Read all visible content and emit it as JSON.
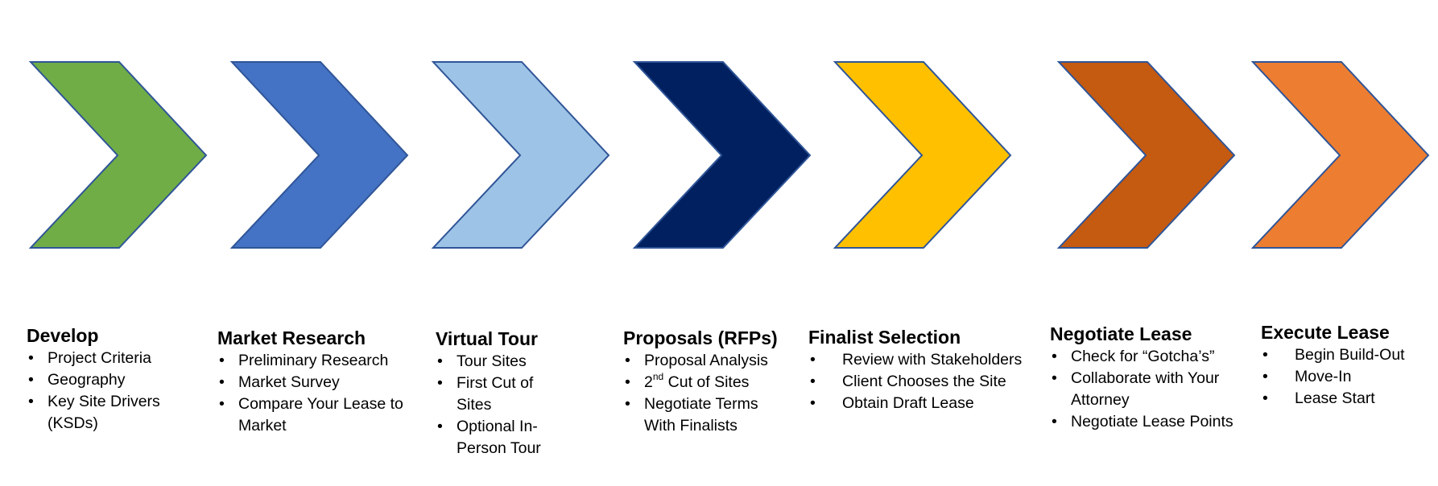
{
  "stages": [
    {
      "title": "Develop",
      "color": "#70AD47",
      "items": [
        "Project Criteria",
        "Geography",
        "Key Site Drivers (KSDs)"
      ]
    },
    {
      "title": "Market Research",
      "color": "#4472C4",
      "items": [
        "Preliminary Research",
        "Market Survey",
        "Compare Your Lease to Market"
      ]
    },
    {
      "title": "Virtual Tour",
      "color": "#9DC3E6",
      "items": [
        "Tour Sites",
        "First Cut of Sites",
        "Optional In-Person Tour"
      ]
    },
    {
      "title": "Proposals (RFPs)",
      "color": "#002060",
      "items": [
        {
          "num": "2",
          "sup": "nd",
          "rest": " Cut of Sites",
          "position": 1
        },
        "Proposal Analysis",
        "Negotiate Terms With Finalists"
      ]
    },
    {
      "title": "Finalist Selection",
      "color": "#FFC000",
      "items": [
        "Review with Stakeholders",
        "Client Chooses the Site",
        "Obtain Draft Lease"
      ]
    },
    {
      "title": "Negotiate Lease",
      "color": "#C55A11",
      "items": [
        "Check for “Gotcha’s”",
        "Collaborate with Your Attorney",
        "Negotiate Lease Points"
      ]
    },
    {
      "title": "Execute Lease",
      "color": "#ED7D31",
      "items": [
        "Begin Build-Out",
        "Move-In",
        "Lease Start"
      ]
    }
  ],
  "proposals_second_item": {
    "num": "2",
    "sup": "nd",
    "rest": " Cut of Sites"
  },
  "outline_color": "#2F5597"
}
